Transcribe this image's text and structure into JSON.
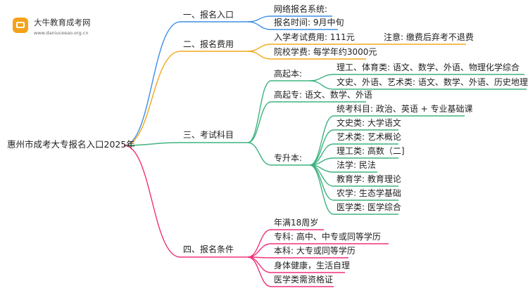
{
  "brand": {
    "title": "大牛教育成考网",
    "url": "www.daniuceeao.org.cn"
  },
  "colors": {
    "blue": "#3d8ee6",
    "orange": "#f2a81d",
    "green": "#3fb37f",
    "pink": "#f0307a"
  },
  "root": "惠州市成考大专报名入口2025年",
  "branches": {
    "b1": {
      "label": "一、报名入口",
      "items": [
        "网络报名系统:",
        "报名时间: 9月中旬"
      ]
    },
    "b2": {
      "label": "二、报名费用",
      "exam_fee": "入学考试费用: 111元",
      "note": "注意: 缴费后弃考不退费",
      "tuition": "院校学费: 每学年约3000元"
    },
    "b3": {
      "label": "三、考试科目",
      "gqb": {
        "label": "高起本:",
        "items": [
          "理工、体育类: 语文、数学、外语、物理化学综合",
          "文史、外语、艺术类: 语文、数学、外语、历史地理综合"
        ]
      },
      "gqz": "高起专: 语文、数学、外语",
      "zsb": {
        "label": "专升本:",
        "items": [
          "统考科目: 政治、英语 + 专业基础课",
          "文史类: 大学语文",
          "艺术类: 艺术概论",
          "理工类: 高数（二]",
          "法学: 民法",
          "教育学: 教育理论",
          "农学: 生态学基础",
          "医学类: 医学综合"
        ]
      }
    },
    "b4": {
      "label": "四、报名条件",
      "items": [
        "年满18周岁",
        "专科: 高中、中专或同等学历",
        "本科: 大专或同等学历",
        "身体健康，生活自理",
        "医学类需资格证"
      ]
    }
  }
}
